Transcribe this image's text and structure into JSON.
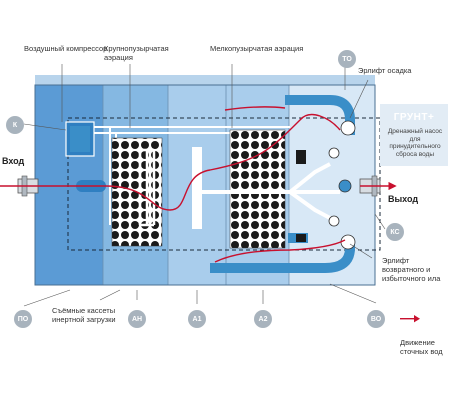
{
  "brand": {
    "name": "ГРУНТ+",
    "note": "Дренажный насос для принудительного сброса воды"
  },
  "labels": {
    "compressor": "Воздушный компрессор",
    "coarse": "Крупнопузырчатая аэрация",
    "fine": "Мелкопузырчатая аэрация",
    "erlift_sediment": "Эрлифт осадка",
    "erlift_return": "Эрлифт возвратного и избыточного ила",
    "cassettes": "Съёмные кассеты инертной загрузки",
    "legend": "Движение сточных вод"
  },
  "io": {
    "inlet": "Вход",
    "outlet": "Выход"
  },
  "chambers": {
    "to": "ТО",
    "k": "К",
    "ks": "КС",
    "po": "ПО",
    "an": "АН",
    "a1": "А1",
    "a2": "А2",
    "vo": "ВО"
  },
  "colors": {
    "flow": "#c8102e",
    "pipe": "#3a8ec8",
    "tag": "#a8b3bd",
    "zone_po": "#5b9bd5",
    "zone_an": "#85b8e2",
    "zone_a": "#a9cdec",
    "zone_vo": "#d8e8f6"
  }
}
